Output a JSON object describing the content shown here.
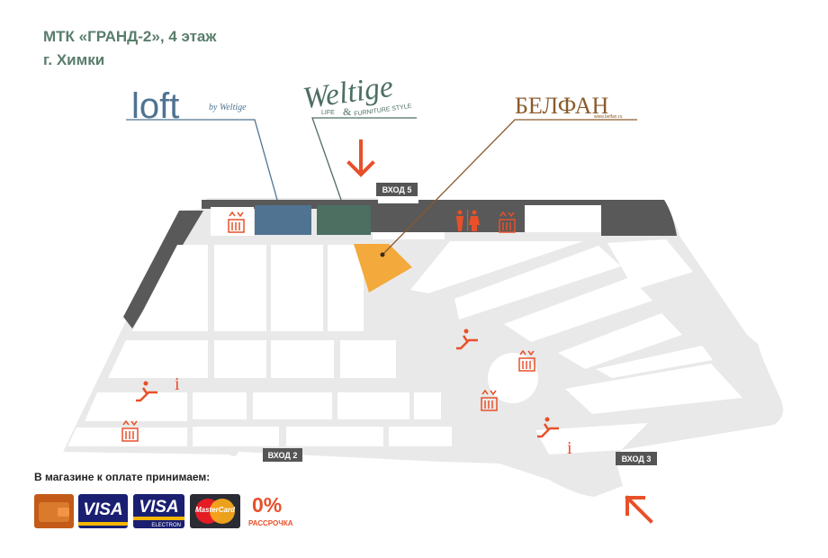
{
  "header": {
    "title": "МТК «ГРАНД-2», 4 этаж",
    "city": "г. Химки"
  },
  "brands": {
    "loft": "loft",
    "loft_sub": "by Weltige",
    "weltige": "Weltige",
    "weltige_sub_left": "LIFE",
    "weltige_sub_amp": "&",
    "weltige_sub_right": "FURNITURE STYLE",
    "belfan": "БЕЛФАН",
    "belfan_url": "www.belfan.ru"
  },
  "entrances": {
    "e5": "ВХОД 5",
    "e2": "ВХОД 2",
    "e3": "ВХОД 3"
  },
  "info_symbol": "i",
  "colors": {
    "loft_store": "#4f7391",
    "weltige_store": "#4d6f62",
    "belfan_store": "#f4a93c",
    "accent": "#e8502a",
    "map_fill": "#e9e9e9",
    "wall": "#595959"
  },
  "payment": {
    "label": "В магазине к оплате принимаем:",
    "cards": [
      "wallet-icon",
      "visa-card-icon",
      "visa-electron-card-icon",
      "mastercard-icon"
    ],
    "visa": "VISA",
    "visa_electron": "VISA",
    "electron_sub": "ELECTRON",
    "mastercard": "MasterCard",
    "zero": "0%",
    "installment": "РАССРОЧКА"
  }
}
